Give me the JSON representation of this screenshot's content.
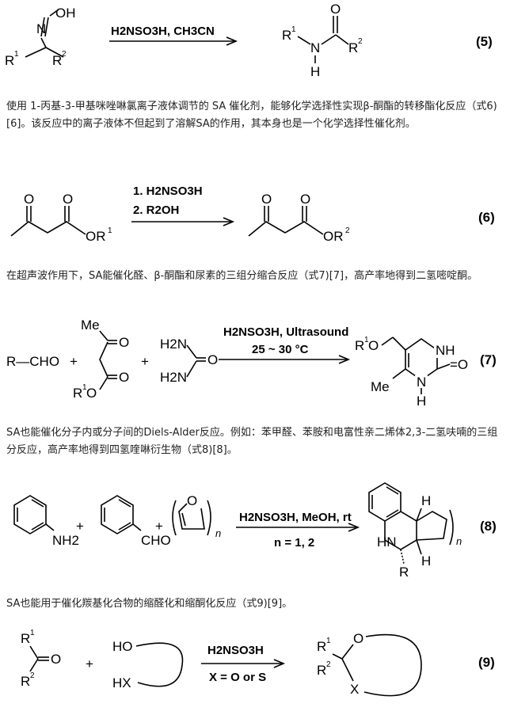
{
  "scheme5": {
    "reactant_oh": "OH",
    "reactant_n": "N",
    "r1": "R",
    "r2": "R",
    "reagent": "H2NSO3H, CH3CN",
    "product_o": "O",
    "product_n": "N",
    "product_h": "H",
    "number": "(5)"
  },
  "para1": "使用 1-丙基-3-甲基咪唑啉氯离子液体调节的 SA 催化剂，能够化学选择性实现β-酮酯的转移酯化反应（式6)[6]。该反应中的离子液体不但起到了溶解SA的作用，其本身也是一个化学选择性催化剂。",
  "scheme6": {
    "step1": "1. H2NSO3H",
    "step2": "2. R2OH",
    "o": "O",
    "or1": "OR",
    "or2": "OR",
    "number": "(6)"
  },
  "para2": "在超声波作用下，SA能催化醛、β-酮酯和尿素的三组分缩合反应（式7)[7]，高产率地得到二氢嘧啶酮。",
  "scheme7": {
    "aldehyde": "R—CHO",
    "plus": "+",
    "me": "Me",
    "o": "O",
    "r1o": "R",
    "h2n": "H2N",
    "reagent": "H2NSO3H, Ultrasound",
    "temp": "25 ~ 30 °C",
    "nh": "NH",
    "n": "N",
    "h": "H",
    "number": "(7)"
  },
  "para3": "SA也能催化分子内或分子间的Diels-Alder反应。例如：苯甲醛、苯胺和电富性亲二烯体2,3-二氢呋喃的三组分反应，高产率地得到四氢喹啉衍生物（式8)[8]。",
  "scheme8": {
    "nh2": "NH2",
    "cho": "CHO",
    "o": "O",
    "n_sub": "n",
    "reagent": "H2NSO3H, MeOH, rt",
    "cond": "n = 1, 2",
    "hn": "HN",
    "h": "H",
    "r": "R",
    "number": "(8)"
  },
  "para4": "SA也能用于催化羰基化合物的缩醛化和缩酮化反应（式9)[9]。",
  "scheme9": {
    "r1": "R",
    "r2": "R",
    "o": "O",
    "ho": "HO",
    "hx": "HX",
    "reagent": "H2NSO3H",
    "cond": "X = O or S",
    "x": "X",
    "number": "(9)"
  }
}
